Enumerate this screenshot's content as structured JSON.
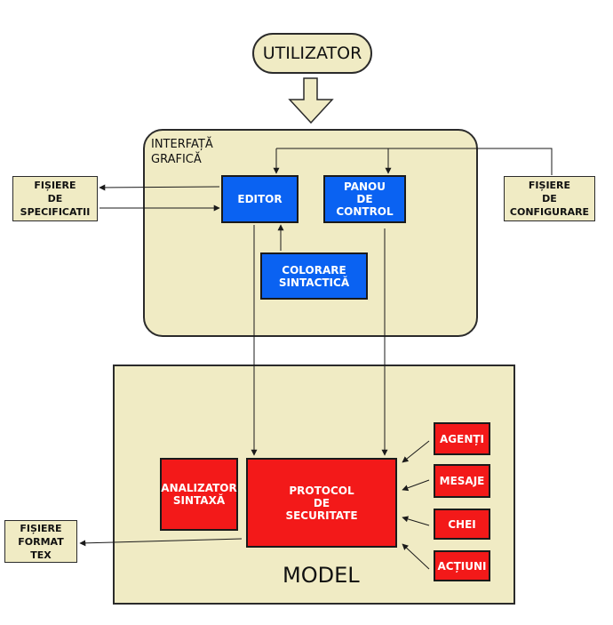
{
  "user": {
    "label": "UTILIZATOR"
  },
  "gui": {
    "title": "INTERFAȚĂ\nGRAFICĂ",
    "editor": "EDITOR",
    "control_panel": "PANOU\nDE\nCONTROL",
    "syntax_coloring": "COLORARE\nSINTACTICĂ"
  },
  "files": {
    "specifications": "FIȘIERE\nDE\nSPECIFICATII",
    "configuration": "FIȘIERE\nDE\nCONFIGURARE",
    "tex_format": "FIȘIERE\nFORMAT\nTEX"
  },
  "model": {
    "title": "MODEL",
    "syntax_analyzer": "ANALIZATOR\nSINTAXĂ",
    "security_protocol": "PROTOCOL\nDE\nSECURITATE",
    "agents": "AGENȚI",
    "messages": "MESAJE",
    "keys": "CHEI",
    "actions": "ACȚIUNI"
  },
  "colors": {
    "container_fill": "#f0ebc4",
    "gui_component": "#0a62f2",
    "model_component": "#f31919"
  }
}
